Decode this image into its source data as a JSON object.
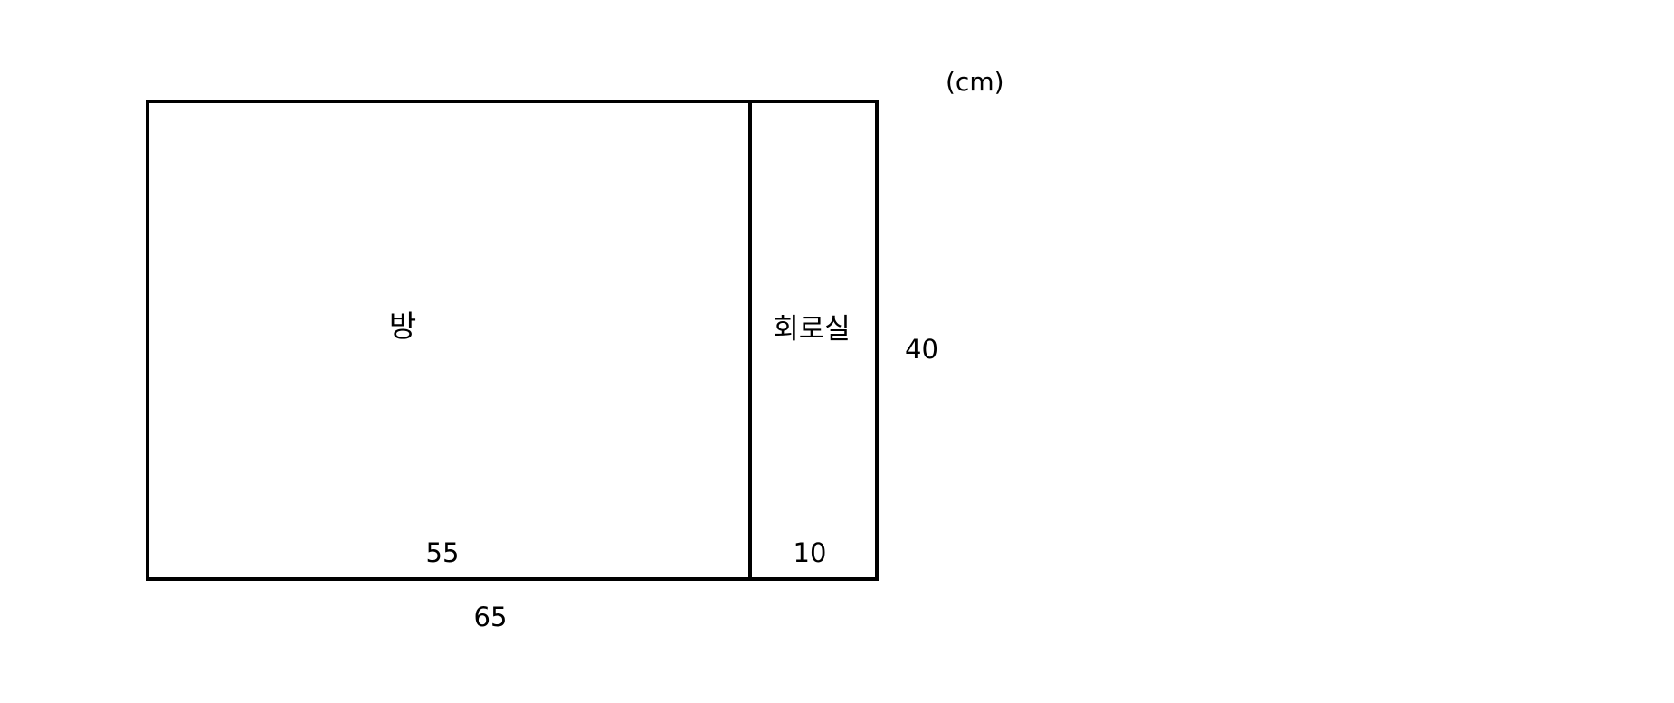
{
  "diagram": {
    "unit": "(cm)",
    "room": {
      "label": "방",
      "width": 55
    },
    "circuit_room": {
      "label": "회로실",
      "width": 10
    },
    "total_width": 65,
    "height": 40,
    "dimension_labels": {
      "room_width": "55",
      "circuit_width": "10",
      "total_width": "65",
      "height": "40"
    },
    "line_color": "#000000"
  }
}
